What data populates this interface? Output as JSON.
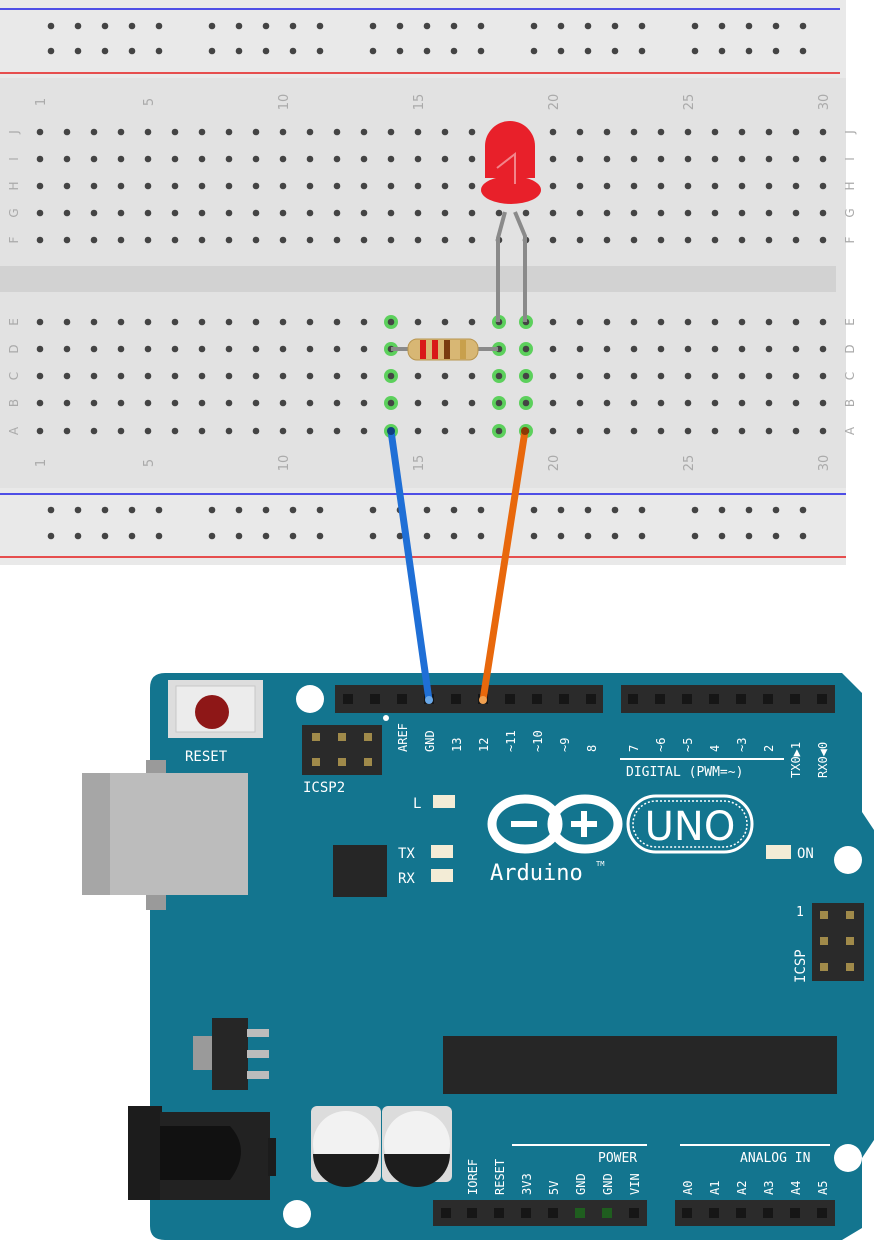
{
  "breadboard": {
    "row_letters_top": [
      "J",
      "I",
      "H",
      "G",
      "F"
    ],
    "row_letters_bottom": [
      "E",
      "D",
      "C",
      "B",
      "A"
    ],
    "column_numbers": [
      "1",
      "5",
      "10",
      "15",
      "20",
      "25",
      "30"
    ],
    "rail_colors": {
      "negative": "#1a1ae6",
      "positive": "#e61a1a"
    },
    "highlight_color": "#44cc44"
  },
  "components": {
    "led": {
      "color": "#e8202a"
    },
    "resistor": {
      "bands": [
        "#d91818",
        "#d91818",
        "#7a3b10",
        "#c8a04c"
      ]
    },
    "wire_gnd": {
      "color": "#1f6fd6"
    },
    "wire_pin12": {
      "color": "#e8680c"
    }
  },
  "arduino": {
    "board_color": "#13758f",
    "reset_label": "RESET",
    "icsp2_label": "ICSP2",
    "icsp_label": "ICSP",
    "icsp_pin1": "1",
    "digital_label": "DIGITAL (PWM=~)",
    "header_top_left": [
      "AREF",
      "GND",
      "13",
      "12",
      "~11",
      "~10",
      "~9",
      "8"
    ],
    "header_top_right": [
      "7",
      "~6",
      "~5",
      "4",
      "~3",
      "2",
      "TX0▶1",
      "RX0◀0"
    ],
    "led_labels": {
      "l": "L",
      "tx": "TX",
      "rx": "RX",
      "on": "ON"
    },
    "logo_text": "Arduino",
    "logo_tm": "TM",
    "model": "UNO",
    "power_label": "POWER",
    "power_pins": [
      "IOREF",
      "RESET",
      "3V3",
      "5V",
      "GND",
      "GND",
      "VIN"
    ],
    "analog_label": "ANALOG IN",
    "analog_pins": [
      "A0",
      "A1",
      "A2",
      "A3",
      "A4",
      "A5"
    ]
  }
}
